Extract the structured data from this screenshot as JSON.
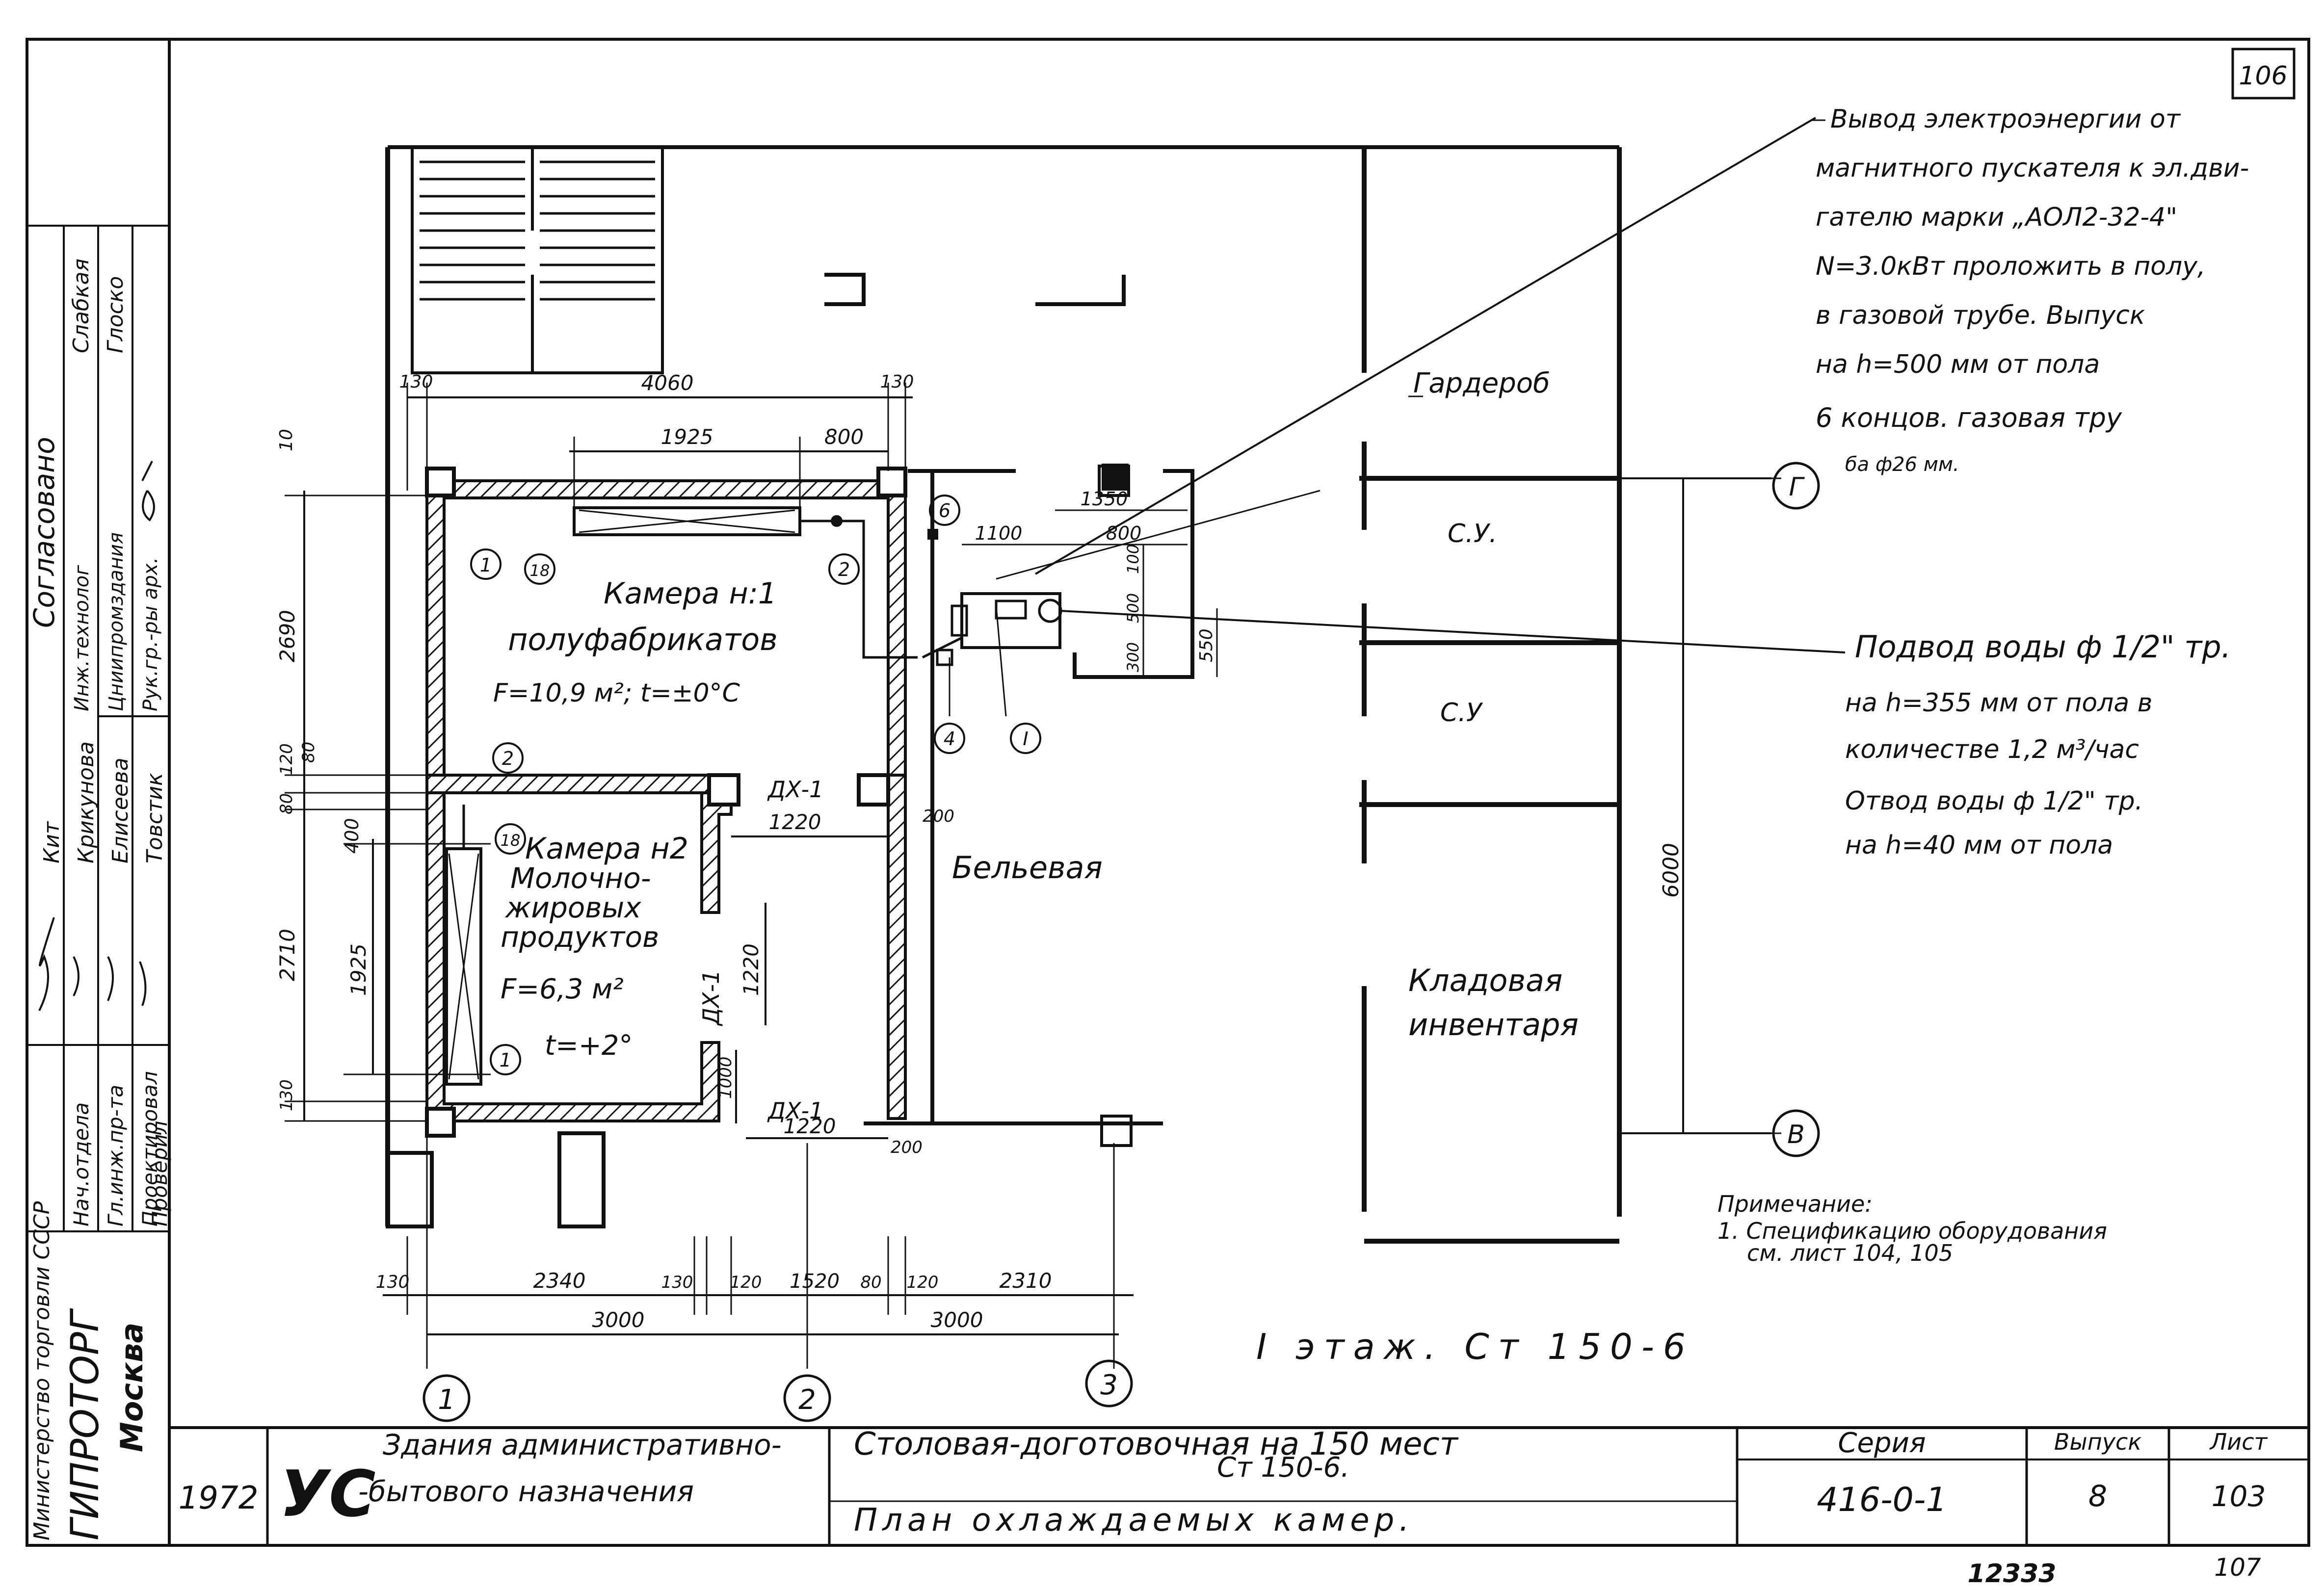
{
  "sheet": {
    "page_number": "106",
    "stamp_number": "12333",
    "page_number_bottom": "107"
  },
  "left_strip": {
    "agreed_title": "Согласовано",
    "agreed_rows": [
      {
        "role": "Инж.технолог",
        "name": "Слабкая"
      },
      {
        "role": "Цниипромздания",
        "name": "Глоско"
      },
      {
        "role": "Рук.гр.-ры арх.",
        "name": ""
      }
    ],
    "sign_rows": [
      {
        "role": "Нач.отдела",
        "name": "Кит"
      },
      {
        "role": "Гл.инж.пр-та",
        "name": "Крикунова"
      },
      {
        "role": "Проектировал",
        "name": "Елисеева"
      },
      {
        "role": "Проверил",
        "name": "Товстик"
      }
    ],
    "ministry": "Министерство торговли СССР",
    "institute": "ГИПРОТОРГ",
    "city": "Москва"
  },
  "title_block": {
    "year": "1972",
    "logo": "УС",
    "category_line1": "Здания административно-",
    "category_line2": "-бытового назначения",
    "project_line1": "Столовая-доготовочная на 150 мест",
    "project_line2": "Ст 150-6.",
    "drawing_title": "План охлаждаемых камер.",
    "series_label": "Серия",
    "series_value": "416-0-1",
    "issue_label": "Выпуск",
    "issue_value": "8",
    "sheet_label": "Лист",
    "sheet_value": "103"
  },
  "plan": {
    "floor_caption": "I этаж. Ст 150-6",
    "rooms": {
      "chamber1_l1": "Камера н:1",
      "chamber1_l2": "полуфабрикатов",
      "chamber1_l3": "F=10,9 м²; t=±0°С",
      "chamber2_l1": "Камера н2",
      "chamber2_l2": "Молочно-",
      "chamber2_l3": "жировых",
      "chamber2_l4": "продуктов",
      "chamber2_l5": "F=6,3 м²",
      "chamber2_l6": "t=+2°",
      "linen": "Бельевая",
      "wardrobe": "Гардероб",
      "wc1": "С.У.",
      "wc2": "С.У",
      "storage_l1": "Кладовая",
      "storage_l2": "инвентаря"
    },
    "doors": [
      "ДХ-1",
      "ДХ-1",
      "ДХ-1"
    ],
    "axes": {
      "a1": "1",
      "a2": "2",
      "a3": "3",
      "aG": "Г",
      "aV": "В"
    },
    "markers": {
      "m1a": "1",
      "m18a": "18",
      "m2a": "2",
      "m6": "6",
      "m4": "4",
      "mI": "I",
      "m2b": "2",
      "m18b": "18",
      "m1b": "1"
    },
    "dims_top": {
      "d130a": "130",
      "d4060": "4060",
      "d130b": "130",
      "d1925": "1925",
      "d800": "800"
    },
    "dims_bottom": {
      "d130": "130",
      "d2340": "2340",
      "d130b": "130",
      "d120": "120",
      "d1520": "1520",
      "d80": "80",
      "d120b": "120",
      "d2310": "2310",
      "d3000a": "3000",
      "d3000b": "3000"
    },
    "dims_left": {
      "d10": "10",
      "d2690": "2690",
      "d120": "120",
      "d80": "80",
      "d80b": "80",
      "d400": "400",
      "d2710": "2710",
      "d1925": "1925",
      "d130": "130"
    },
    "dims_inner": {
      "d1220a": "1220",
      "d1220b": "1220",
      "d1220c": "1220",
      "d200a": "200",
      "d200b": "200",
      "d1000": "1000",
      "d1350": "1350",
      "d1100": "1100",
      "d800": "800",
      "d100": "100",
      "d500": "500",
      "d300": "300",
      "d550": "550",
      "d6000": "6000"
    }
  },
  "notes": {
    "electric": [
      "Вывод электроэнергии от",
      "магнитного пускателя к эл.дви-",
      "гателю марки „АОЛ2-32-4\"",
      "N=3.0кВт проложить в полу,",
      "в газовой трубе. Выпуск",
      "на h=500 мм от пола",
      "6 концов. газовая тру",
      "ба ф26 мм."
    ],
    "water": [
      "Подвод воды ф 1/2\" тр.",
      "на h=355 мм от пола в",
      "количестве 1,2 м³/час",
      "Отвод воды ф 1/2\" тр.",
      "на h=40 мм от пола"
    ],
    "remark_title": "Примечание:",
    "remark_1": "1. Спецификацию оборудования",
    "remark_2": "см. лист 104, 105"
  }
}
